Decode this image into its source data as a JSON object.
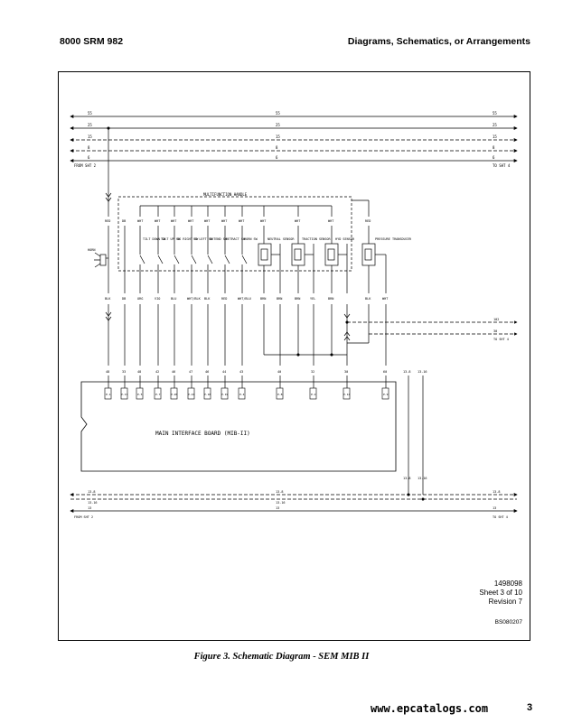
{
  "header": {
    "left": "8000 SRM 982",
    "right": "Diagrams, Schematics, or Arrangements"
  },
  "bus_top": {
    "wires": [
      "55",
      "25",
      "15",
      "8",
      "6"
    ],
    "from": "FROM SHT 2",
    "to": "TO SHT 4"
  },
  "multifunction_label": "MULTIFUNCTION HANDLE",
  "horn_label": "HORN",
  "top_colors": [
    "RED",
    "DB",
    "WHT",
    "WHT",
    "WHT",
    "WHT",
    "WHT",
    "WHT",
    "WHT",
    "WHT",
    "WHT",
    "WHT",
    "RED"
  ],
  "switches": [
    "TILT DOWN SW",
    "TILT UP SW",
    "SS RIGHT SW",
    "SS LEFT SW",
    "EXTEND SW",
    "RETRACT SW",
    "HORN SW"
  ],
  "sensors": [
    "NEUTRAL SENSOR",
    "TRACTION SENSOR",
    "HYD SENSOR",
    "PRESSURE TRANSDUCER"
  ],
  "bottom_colors": [
    "BLK",
    "DB",
    "ORG",
    "VIO",
    "BLU",
    "WHT/BLK",
    "BLK",
    "RED",
    "WHT/BLU",
    "BRN",
    "BRN",
    "BRN",
    "YEL",
    "BRN",
    "BLK",
    "WHT"
  ],
  "wire_numbers": [
    "48",
    "33",
    "48",
    "42",
    "46",
    "47",
    "46",
    "44",
    "43",
    "40",
    "32",
    "30",
    "60"
  ],
  "pins": [
    "P-1",
    "P-17",
    "P-5",
    "P-7",
    "P-20",
    "P-21",
    "P-18",
    "P-19",
    "P-4",
    "P-8",
    "P-2",
    "P-14",
    "P-9"
  ],
  "right_wires": {
    "a": "102",
    "b": "30",
    "to": "TO SHT 4"
  },
  "mid_wires": [
    "13-8",
    "13-16"
  ],
  "board_label": "MAIN INTERFACE BOARD (MIB-II)",
  "bus_bottom": {
    "wires": [
      "13-8",
      "13-16",
      "13"
    ],
    "from": "FROM SHT 2",
    "to": "TO SHT 4"
  },
  "drawing_info": {
    "number": "1498098",
    "sheet": "Sheet 3 of 10",
    "revision": "Revision 7",
    "code": "BS080207"
  },
  "caption": "Figure 3. Schematic Diagram - SEM MIB II",
  "footer": {
    "url": "www.epcatalogs.com",
    "page": "3"
  }
}
